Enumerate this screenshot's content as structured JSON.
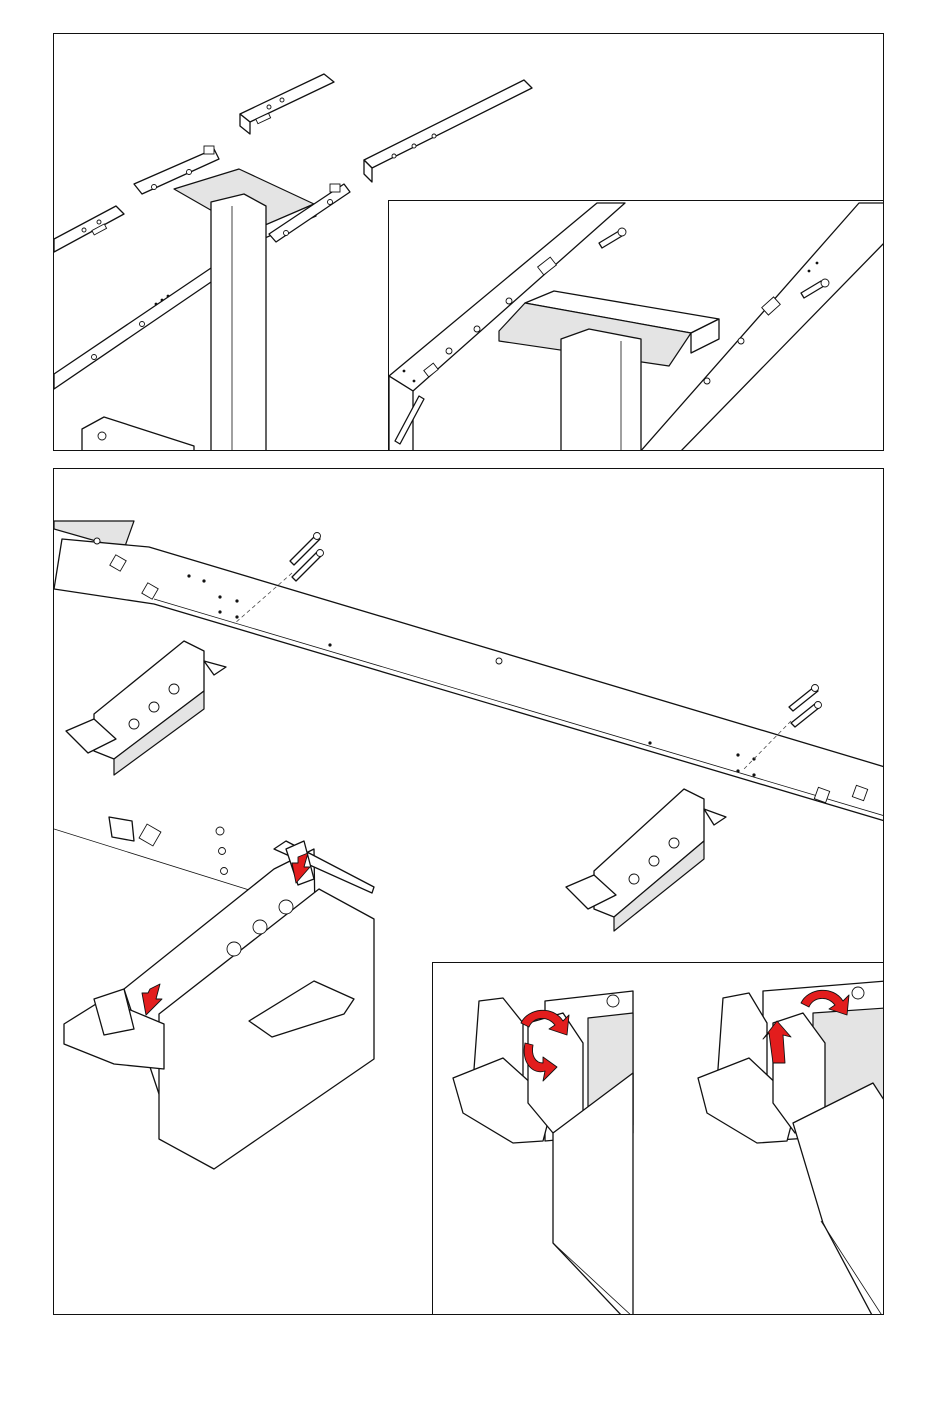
{
  "colors": {
    "line": "#111111",
    "shade": "#e4e4e4",
    "background": "#ffffff",
    "arrow": "#e31d1d"
  },
  "panels": [
    {
      "id": "step-1",
      "shows": "frame-rails-over-leg-column",
      "inset": "bolt-fastening-detail"
    },
    {
      "id": "step-2",
      "shows": "rail-with-bracket-mounts",
      "inset": "latch-rotation-detail"
    }
  ],
  "icons": [
    "bolt-icon",
    "arrow-down-icon",
    "rotate-arrow-icon"
  ]
}
